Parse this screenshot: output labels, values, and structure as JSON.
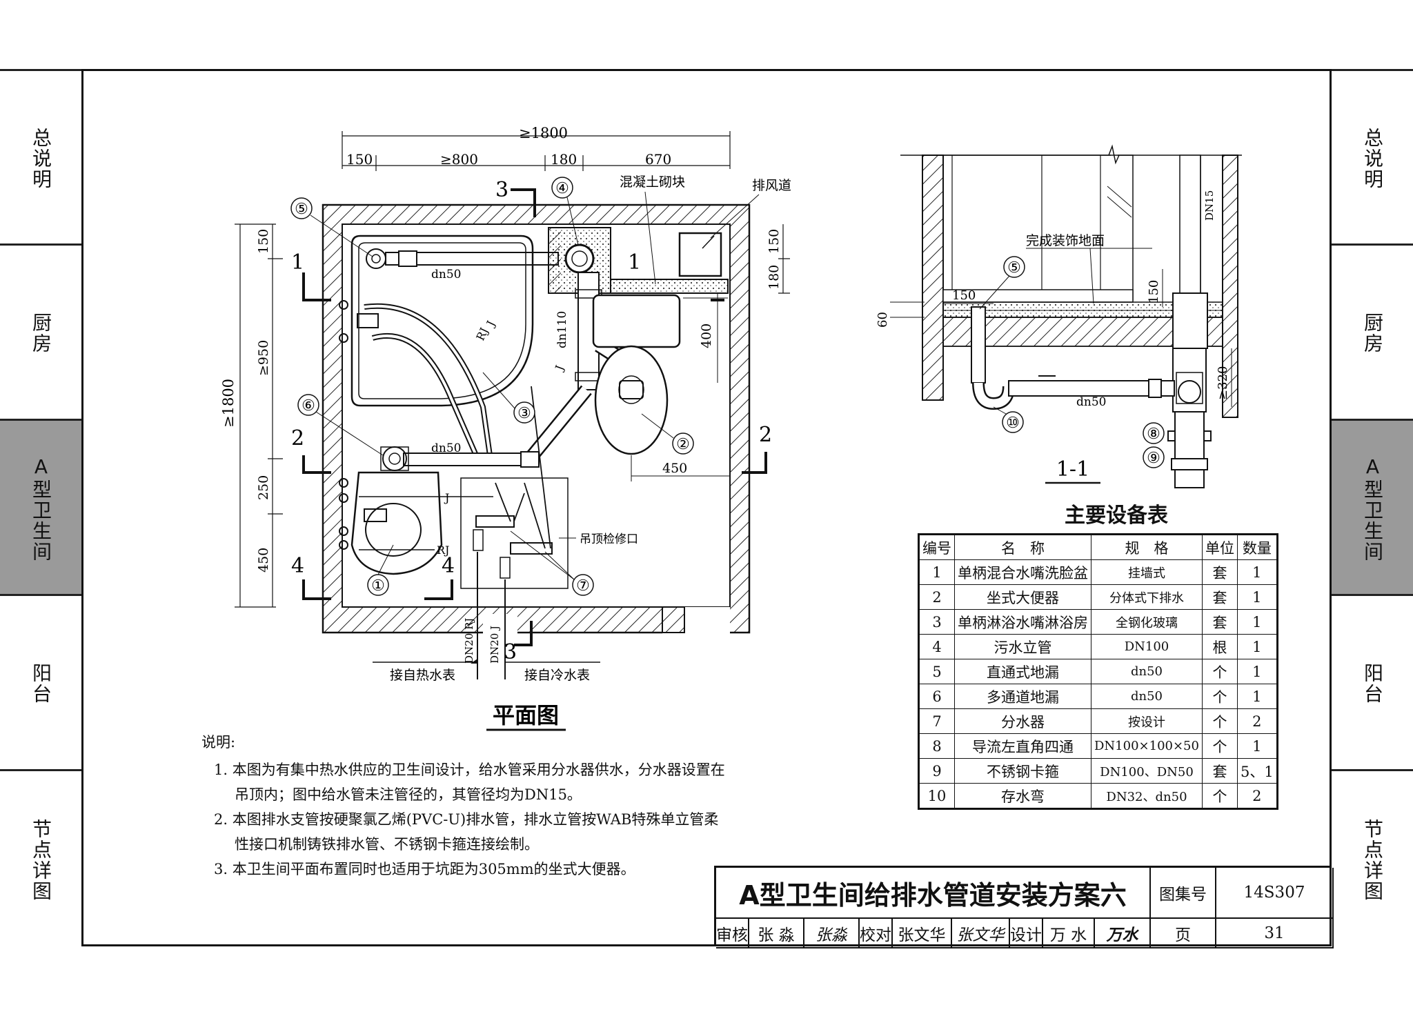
{
  "nav": {
    "left": [
      "总说明",
      "厨房",
      "A型卫生间",
      "阳台",
      "节点详图"
    ],
    "right": [
      "总说明",
      "厨房",
      "A型卫生间",
      "阳台",
      "节点详图"
    ],
    "active_index": 2
  },
  "plan": {
    "caption": "平面图",
    "dims_top": {
      "total": "≥1800",
      "d1": "150",
      "d2": "≥800",
      "d3": "180",
      "d4": "670"
    },
    "dims_left": {
      "total": "≥1800",
      "d1": "150",
      "d2": "≥950",
      "d3": "250",
      "d4": "450"
    },
    "dims_right": {
      "d1": "150",
      "d2": "180"
    },
    "dim_400": "400",
    "dim_450": "450",
    "pipe_dn50_top": "dn50",
    "pipe_dn50_mid": "dn50",
    "pipe_dn110": "dn110",
    "label_concrete": "混凝土砌块",
    "label_vent": "排风道",
    "label_hatch": "吊顶检修口",
    "label_hot": "接自热水表",
    "label_cold": "接自冷水表",
    "hot_pipe": "DN20 RJ",
    "cold_pipe": "DN20 J",
    "pipe_j": "J",
    "pipe_rj": "RJ",
    "sections": [
      "1",
      "1",
      "2",
      "2",
      "3",
      "3",
      "4",
      "4"
    ],
    "callouts": [
      "①",
      "②",
      "③",
      "④",
      "⑤",
      "⑥",
      "⑦"
    ]
  },
  "section": {
    "caption": "1-1",
    "label_floor": "完成装饰地面",
    "dn15": "DN15",
    "dim_150a": "150",
    "dim_150b": "150",
    "dim_60": "60",
    "dim_320": "≥320",
    "pipe_dn50": "dn50",
    "callouts": [
      "⑤",
      "⑧",
      "⑨",
      "⑩"
    ]
  },
  "notes": {
    "heading": "说明:",
    "items": [
      "1. 本图为有集中热水供应的卫生间设计，给水管采用分水器供水，分水器设置在吊顶内；图中给水管未注管径的，其管径均为DN15。",
      "2. 本图排水支管按硬聚氯乙烯(PVC-U)排水管，排水立管按WAB特殊单立管柔性接口机制铸铁排水管、不锈钢卡箍连接绘制。",
      "3. 本卫生间平面布置同时也适用于坑距为305mm的坐式大便器。"
    ]
  },
  "equipment": {
    "title": "主要设备表",
    "headers": [
      "编号",
      "名　称",
      "规　格",
      "单位",
      "数量"
    ],
    "rows": [
      [
        "1",
        "单柄混合水嘴洗脸盆",
        "挂墙式",
        "套",
        "1"
      ],
      [
        "2",
        "坐式大便器",
        "分体式下排水",
        "套",
        "1"
      ],
      [
        "3",
        "单柄淋浴水嘴淋浴房",
        "全钢化玻璃",
        "套",
        "1"
      ],
      [
        "4",
        "污水立管",
        "DN100",
        "根",
        "1"
      ],
      [
        "5",
        "直通式地漏",
        "dn50",
        "个",
        "1"
      ],
      [
        "6",
        "多通道地漏",
        "dn50",
        "个",
        "1"
      ],
      [
        "7",
        "分水器",
        "按设计",
        "个",
        "2"
      ],
      [
        "8",
        "导流左直角四通",
        "DN100×100×50",
        "个",
        "1"
      ],
      [
        "9",
        "不锈钢卡箍",
        "DN100、DN50",
        "套",
        "5、1"
      ],
      [
        "10",
        "存水弯",
        "DN32、dn50",
        "个",
        "2"
      ]
    ]
  },
  "title_block": {
    "title": "A型卫生间给排水管道安装方案六",
    "atlas_label": "图集号",
    "atlas_no": "14S307",
    "review_label": "审核",
    "reviewer": "张 淼",
    "reviewer_sig": "张淼",
    "check_label": "校对",
    "checker": "张文华",
    "checker_sig": "张文华",
    "design_label": "设计",
    "designer": "万 水",
    "designer_sig": "万水",
    "page_label": "页",
    "page_no": "31"
  }
}
